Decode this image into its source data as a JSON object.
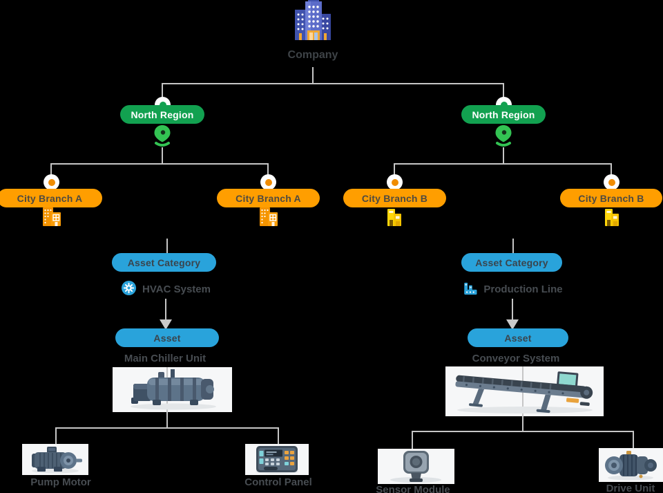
{
  "tree": {
    "root": {
      "label": "Company",
      "icon": "company-building-icon"
    },
    "regions": [
      {
        "label": "North Region",
        "icon": "location-pin-icon"
      },
      {
        "label": "North Region",
        "icon": "location-pin-icon"
      }
    ],
    "branches": [
      {
        "label": "City Branch A",
        "icon": "office-building-icon"
      },
      {
        "label": "City Branch A",
        "icon": "office-building-icon"
      },
      {
        "label": "City Branch B",
        "icon": "storefront-building-icon"
      },
      {
        "label": "City Branch B",
        "icon": "storefront-building-icon"
      }
    ],
    "categories": [
      {
        "pill": "Asset Category",
        "name": "HVAC System",
        "icon": "fan-icon"
      },
      {
        "pill": "Asset Category",
        "name": "Production Line",
        "icon": "factory-icon"
      }
    ],
    "assets": [
      {
        "pill": "Asset",
        "name": "Main Chiller Unit",
        "image": "chiller-illustration"
      },
      {
        "pill": "Asset",
        "name": "Conveyor System",
        "image": "conveyor-illustration"
      }
    ],
    "components": [
      {
        "name": "Pump Motor",
        "image": "pump-motor-illustration"
      },
      {
        "name": "Control Panel",
        "image": "control-panel-illustration"
      },
      {
        "name": "Sensor Module",
        "image": "sensor-module-illustration"
      },
      {
        "name": "Drive Unit",
        "image": "drive-unit-illustration"
      }
    ]
  },
  "colors": {
    "background": "#000000",
    "connector": "#c6c6c6",
    "arrow": "#c9c9c9",
    "region_pill": "#12a150",
    "region_text": "#ffffff",
    "region_icon": "#33c353",
    "branch_pill": "#ff9e00",
    "branch_dot": "#f08c00",
    "branch_text": "#4e4a41",
    "branch_b_icon": "#ffd60a",
    "category_pill": "#29a3db",
    "category_text": "#3a444c",
    "label_text": "#474c51",
    "company_text": "#3e4347",
    "card_bg": "#f6f7f8"
  }
}
